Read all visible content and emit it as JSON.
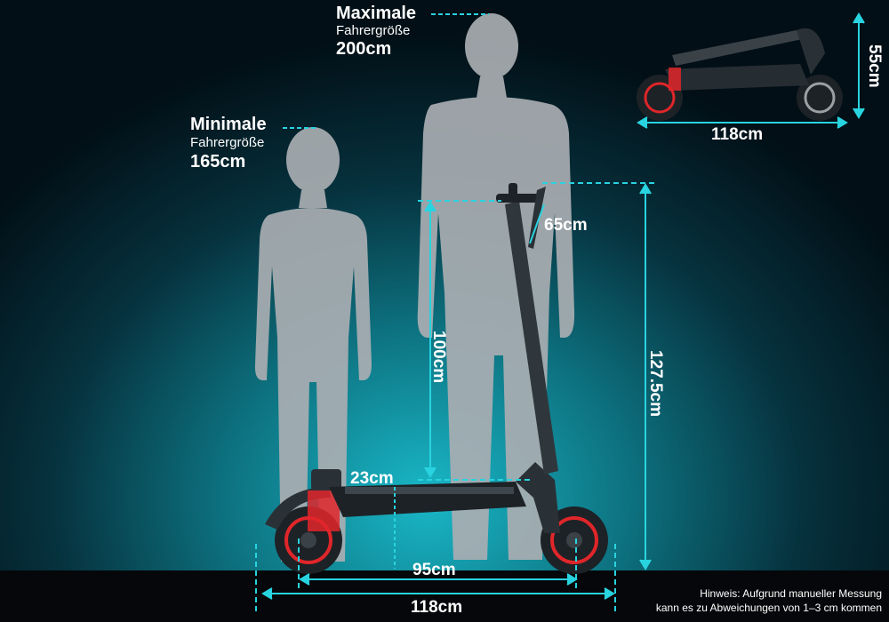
{
  "heights": {
    "max": {
      "title": "Maximale",
      "sub": "Fahrergröße",
      "value": "200cm"
    },
    "min": {
      "title": "Minimale",
      "sub": "Fahrergröße",
      "value": "165cm"
    }
  },
  "dimensions": {
    "handlebar_width": "65cm",
    "stem_height": "100cm",
    "total_height": "127.5cm",
    "deck_height": "23cm",
    "wheelbase": "95cm",
    "total_length": "118cm",
    "folded_length": "118cm",
    "folded_height": "55cm"
  },
  "note": {
    "line1": "Hinweis: Aufgrund manueller Messung",
    "line2": "kann es zu Abweichungen von 1–3 cm kommen"
  },
  "colors": {
    "accent": "#29d3e0",
    "silhouette": "#a9aeb2",
    "scooter": "#1d2226",
    "shock": "#e0262a"
  }
}
